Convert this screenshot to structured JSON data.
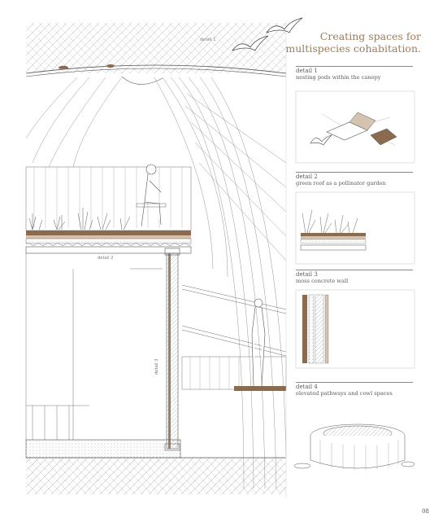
{
  "title": {
    "line1": "Creating spaces for",
    "line2": "multispecies cohabitation."
  },
  "section_tags": {
    "detail1": "detail 1",
    "detail2": "detail 2",
    "detail3": "detail 3"
  },
  "details": [
    {
      "number": "detail 1",
      "subtitle": "nesting pods within the canopy"
    },
    {
      "number": "detail 2",
      "subtitle": "green roof as a pollinator garden"
    },
    {
      "number": "detail 3",
      "subtitle": "moss concrete wall"
    },
    {
      "number": "detail 4",
      "subtitle": "elevated pathways and cowl spaces"
    }
  ],
  "page_number": "08",
  "colors": {
    "accent": "#9c7d5e",
    "earth": "#8b6a4e",
    "line": "#6e6e6e",
    "wood": "#d4c3ae"
  },
  "icons": [
    "bird-flying-icon",
    "bird-pair-icon",
    "human-figure-icon",
    "plant-icon"
  ]
}
